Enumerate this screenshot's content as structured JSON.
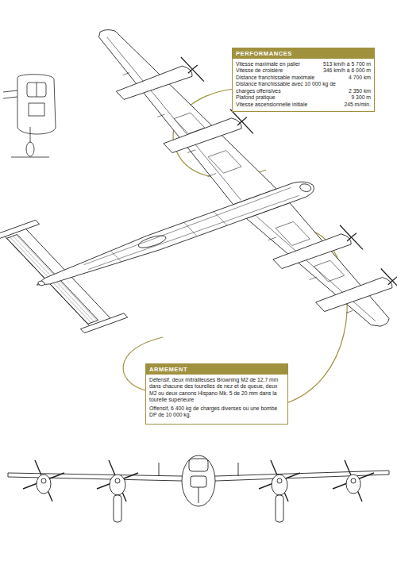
{
  "diagram": {
    "nodes": [
      {
        "text": [
          "PERFORMANCES",
          "Vitesse maximale en palier",
          "513 km/h à 5 700 m",
          "Vitesse de croisière",
          "346 km/h à 6 000 m",
          "Distance franchissable maximale",
          "4 700 km",
          "Distance franchissable avec 10 000 kg de charges offensives",
          "2 350 km",
          "Plafond pratique",
          "9 300 m",
          "Vitesse ascensionnelle initiale",
          "245 m/min."
        ]
      },
      {
        "text": [
          "ARMEMENT",
          "Défensif, deux mitrailleuses Browning M2 de 12,7 mm dans chacune des tourelles de nez et de queue, deux M2 ou deux canons Hispano Mk. 5 de 20 mm dans la tourelle supérieure",
          "Offensif, 6 400 kg de charges diverses ou une bombe DP de 10 000 kg."
        ]
      }
    ]
  }
}
